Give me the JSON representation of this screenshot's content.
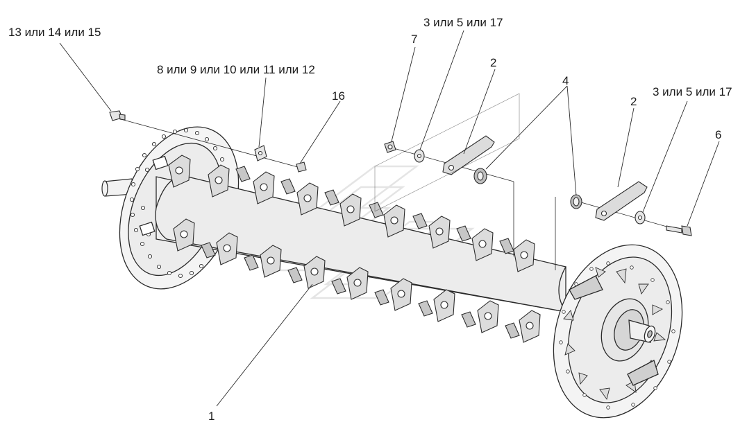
{
  "diagram": {
    "callouts": {
      "c13_14_15": "13 или 14 или 15",
      "c8_12": "8 или 9 или 10 или 11 или 12",
      "c16": "16",
      "c7": "7",
      "c3_5_17_a": "3 или 5 или 17",
      "c2_a": "2",
      "c4": "4",
      "c3_5_17_b": "3 или 5 или 17",
      "c2_b": "2",
      "c6": "6",
      "c1": "1"
    },
    "colors": {
      "line": "#2b2b2b",
      "fill_light": "#f2f2f2",
      "fill_mid": "#dcdcdc",
      "fill_dark": "#bdbdbd",
      "watermark": "#d9d9d9"
    },
    "watermark_icon": "logo-watermark"
  }
}
